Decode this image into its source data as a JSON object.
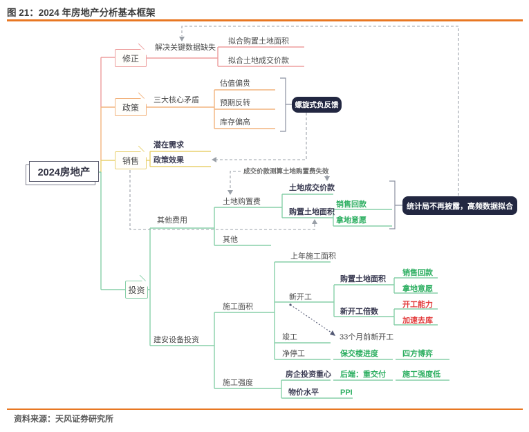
{
  "title": "图 21：2024 年房地产分析基本框架",
  "source": "资料来源：天风证券研究所",
  "colors": {
    "accent_rule": "#E87722",
    "branch_red": "#ED9D9D",
    "branch_orange": "#F2B37E",
    "branch_yellow": "#E8D06E",
    "branch_green": "#87CFA8",
    "text_green": "#2EAF62",
    "text_red": "#E23B3B",
    "dark_box_bg": "#222741",
    "dark_box_text": "#FFFFFF",
    "text_dark": "#4A4A4A"
  },
  "root": "2024房地产",
  "branch_boxes": {
    "correction": "修正",
    "policy": "政策",
    "sales": "销售",
    "investment": "投资"
  },
  "nodes": {
    "solve_missing": "解决关键数据缺失",
    "fit_land_area": "拟合购置土地面积",
    "fit_land_price": "拟合土地成交价款",
    "three_contradictions": "三大核心矛盾",
    "valuation_expensive": "估值偏贵",
    "expectation_reversal": "预期反转",
    "inventory_high": "库存偏高",
    "spiral_feedback": "螺旋式负反馈",
    "potential_demand": "潜在需求",
    "policy_effect": "政策效果",
    "other_fees": "其他费用",
    "land_purchase_fee": "土地购置费",
    "note_invalid": "成交价款测算土地购置费失效",
    "land_price": "土地成交价款",
    "purchased_area_1": "购置土地面积",
    "sales_collection_1": "销售回款",
    "land_willingness_1": "拿地意愿",
    "stats_note": "统计局不再披露，高频数据拟合",
    "other": "其他",
    "construction_inv": "建安设备投资",
    "construction_area": "施工面积",
    "last_year_area": "上年施工面积",
    "new_starts": "新开工",
    "purchased_area_2": "购置土地面积",
    "sales_collection_2": "销售回款",
    "land_willingness_2": "拿地意愿",
    "starts_multiplier": "新开工倍数",
    "start_capacity": "开工能力",
    "accel_destock": "加速去库",
    "completion": "竣工",
    "starts_33m_ago": "33个月前新开工",
    "net_stoppage": "净停工",
    "delivery_progress": "保交楼进度",
    "four_party_game": "四方博弈",
    "dev_focus": "房企投资重心",
    "backend_delivery": "后端：重交付",
    "low_intensity": "施工强度低",
    "price_level": "物价水平",
    "ppi": "PPI",
    "construction_intensity": "施工强度"
  }
}
